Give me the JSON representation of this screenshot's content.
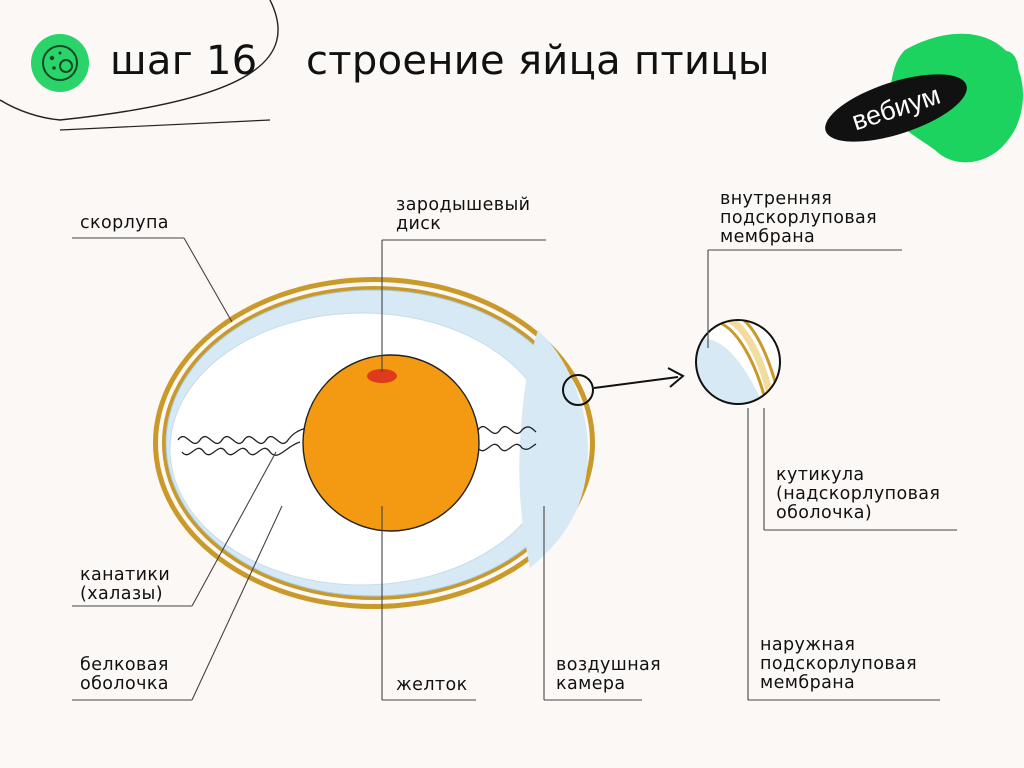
{
  "header": {
    "step": "шаг 16",
    "title": "строение яйца птицы"
  },
  "brand": {
    "logo_text": "вебиум"
  },
  "labels": {
    "shell": "скорлупа",
    "germinal_disc": "зародышевый\nдиск",
    "inner_membrane": "внутренняя\nподскорлуповая\nмембрана",
    "chalazae": "канатики\n(халазы)",
    "albumen": "белковая\nоболочка",
    "yolk": "желток",
    "air_cell": "воздушная\nкамера",
    "cuticle": "кутикула\n(надскорлуповая\nоболочка)",
    "outer_membrane": "наружная\nподскорлуповая\nмембрана"
  },
  "colors": {
    "shell": "#c99a2a",
    "albumen": "#ffffff",
    "membrane": "#d6e9f5",
    "yolk": "#f39a12",
    "germinal_disc": "#e03a1c",
    "accent": "#1dd35f",
    "icon": "#2bd46a"
  }
}
